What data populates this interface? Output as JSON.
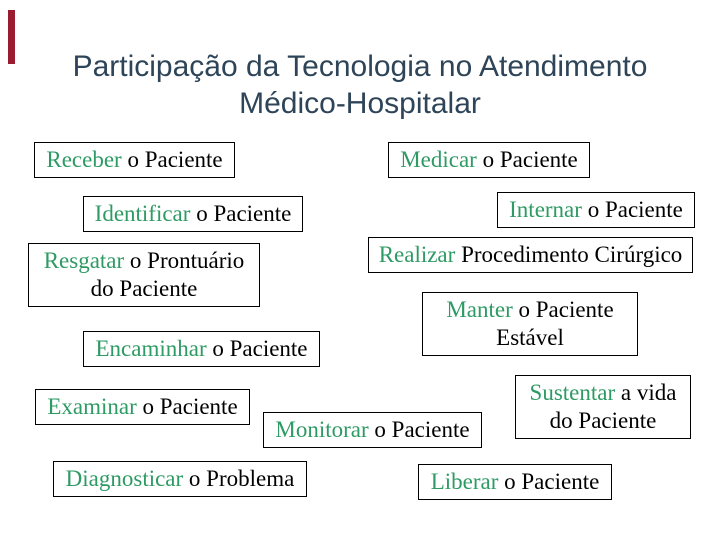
{
  "slide": {
    "background_color": "#FFFFFF",
    "accent_bar_color": "#9B1B30",
    "title": {
      "line1": "Participação da Tecnologia no Atendimento",
      "line2": "Médico-Hospitalar",
      "color": "#2E4458"
    },
    "verb_color": "#2E9A64",
    "body_text_color": "#000000",
    "box_border_color": "#000000",
    "boxes": [
      {
        "key": "receber",
        "verb": "Receber",
        "rest": " o Paciente",
        "line2": ""
      },
      {
        "key": "medicar",
        "verb": "Medicar",
        "rest": " o Paciente",
        "line2": ""
      },
      {
        "key": "identificar",
        "verb": "Identificar",
        "rest": " o Paciente",
        "line2": ""
      },
      {
        "key": "internar",
        "verb": "Internar",
        "rest": " o Paciente",
        "line2": ""
      },
      {
        "key": "realizar",
        "verb": "Realizar",
        "rest": " Procedimento Cirúrgico",
        "line2": ""
      },
      {
        "key": "resgatar",
        "verb": "Resgatar",
        "rest": " o Prontuário",
        "line2": "do Paciente"
      },
      {
        "key": "manter",
        "verb": "Manter",
        "rest": " o Paciente",
        "line2": "Estável"
      },
      {
        "key": "encaminhar",
        "verb": "Encaminhar",
        "rest": " o Paciente",
        "line2": ""
      },
      {
        "key": "sustentar",
        "verb": "Sustentar",
        "rest": " a vida",
        "line2": "do Paciente"
      },
      {
        "key": "examinar",
        "verb": "Examinar",
        "rest": " o Paciente",
        "line2": ""
      },
      {
        "key": "monitorar",
        "verb": "Monitorar",
        "rest": " o Paciente",
        "line2": ""
      },
      {
        "key": "diagnosticar",
        "verb": "Diagnosticar",
        "rest": " o Problema",
        "line2": ""
      },
      {
        "key": "liberar",
        "verb": "Liberar",
        "rest": " o Paciente",
        "line2": ""
      }
    ]
  }
}
